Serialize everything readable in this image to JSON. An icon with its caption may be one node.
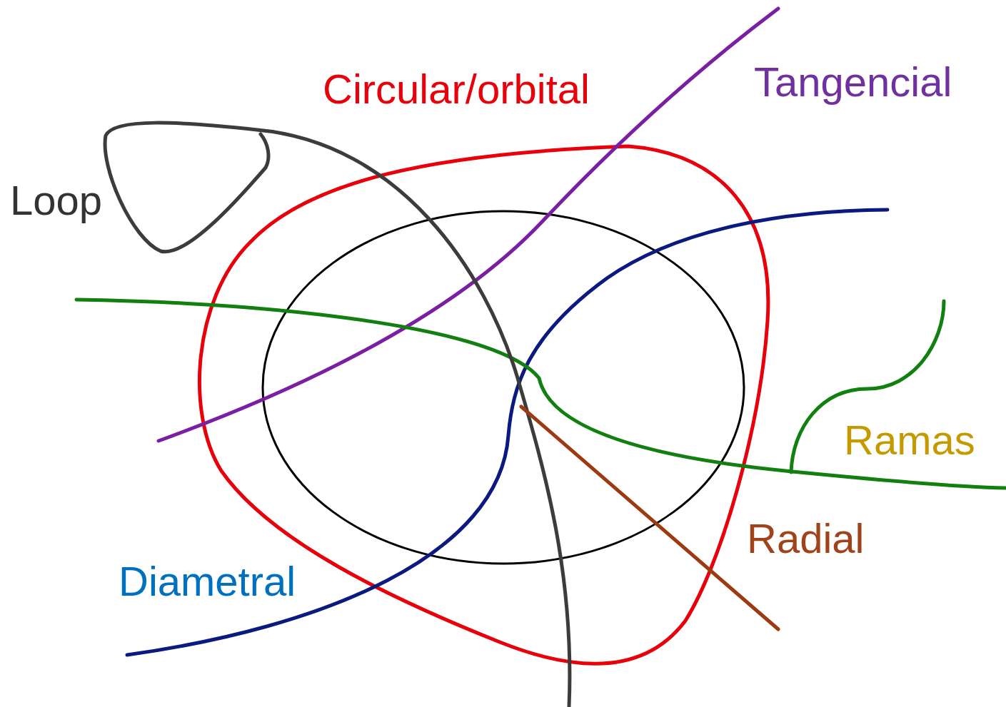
{
  "diagram": {
    "labels": [
      "Circular/orbital",
      "Tangencial",
      "Loop",
      "Ramas",
      "Radial",
      "Diametral"
    ]
  }
}
